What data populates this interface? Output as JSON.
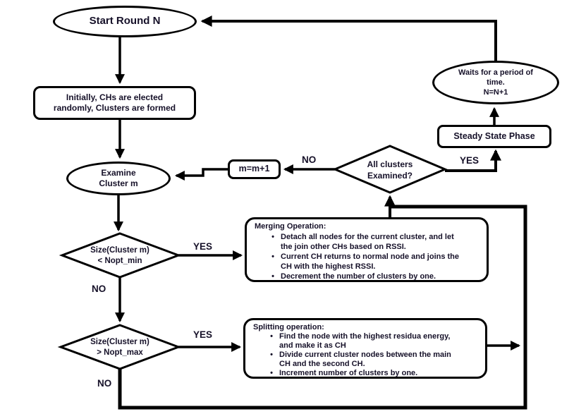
{
  "nodes": {
    "start": {
      "label": "Start Round N"
    },
    "init_chs": {
      "lines": [
        "Initially, CHs are elected",
        "randomly, Clusters are formed"
      ]
    },
    "examine_cluster": {
      "lines": [
        "Examine",
        "Cluster m"
      ]
    },
    "size_min_check": {
      "lines": [
        "Size(Cluster m)",
        "< Nopt_min"
      ]
    },
    "size_max_check": {
      "lines": [
        "Size(Cluster m)",
        "> Nopt_max"
      ]
    },
    "increment_m": {
      "label": "m=m+1"
    },
    "all_examined_check": {
      "lines": [
        "All clusters",
        "Examined?"
      ]
    },
    "steady_state": {
      "label": "Steady State Phase"
    },
    "wait_period": {
      "lines": [
        "Waits for a period of",
        "time.",
        "N=N+1"
      ]
    },
    "merging": {
      "title": "Merging Operation:",
      "bullets": [
        "Detach all nodes for the current cluster, and let the join other CHs based on RSSI.",
        "Current CH returns to normal node and joins the CH with the highest RSSI.",
        "Decrement the number of clusters by one."
      ]
    },
    "splitting": {
      "title": "Splitting operation:",
      "bullets": [
        "Find the node with the highest residua energy, and make it as CH",
        "Divide current cluster nodes between the main CH and the second CH.",
        "Increment number of clusters by one."
      ]
    }
  },
  "edge_labels": {
    "size_min_yes": "YES",
    "size_min_no": "NO",
    "size_max_yes": "YES",
    "size_max_no": "NO",
    "all_examined_no": "NO",
    "all_examined_yes": "YES"
  },
  "colors": {
    "line": "#000000",
    "text": "#161129",
    "background": "#ffffff"
  }
}
